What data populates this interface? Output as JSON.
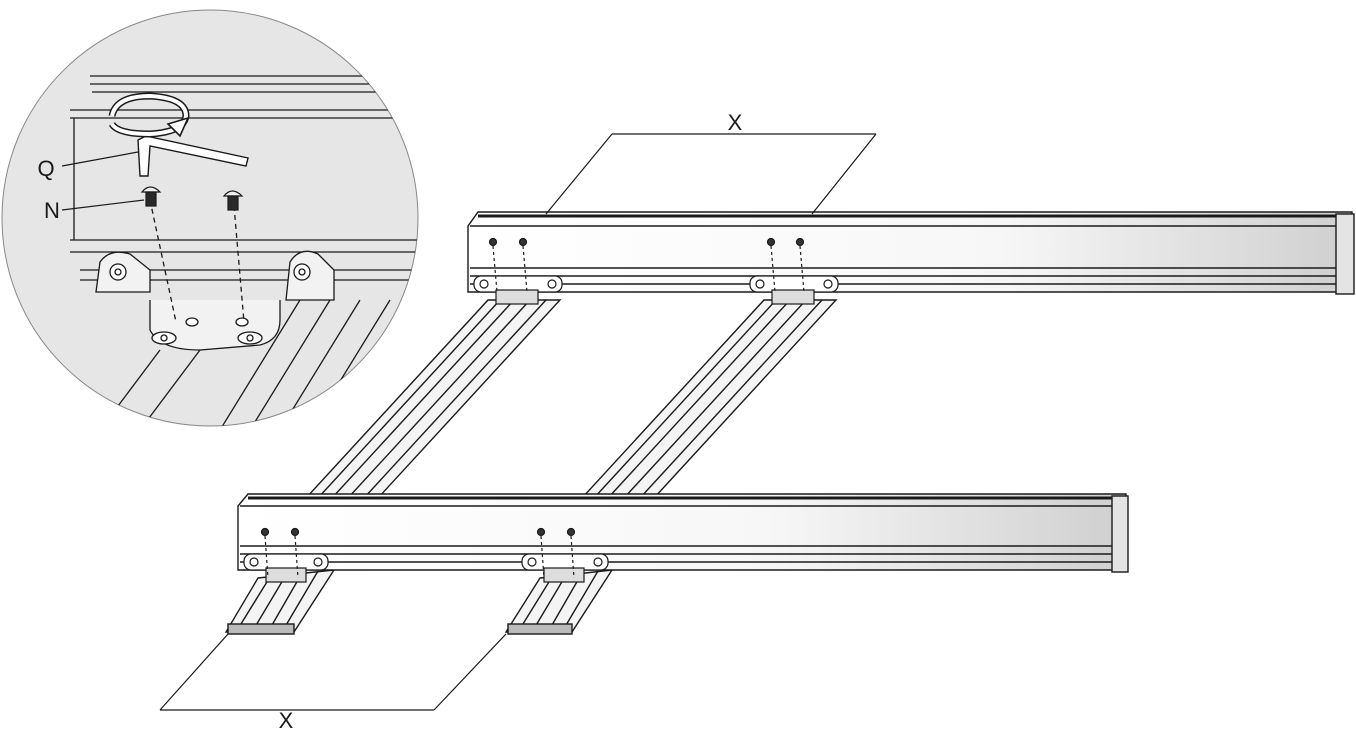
{
  "labels": {
    "dimension_top": "X",
    "dimension_bottom": "X",
    "part_q": "Q",
    "part_n": "N"
  },
  "colors": {
    "line": "#1a1a1a",
    "rail_light": "#f4f4f4",
    "rail_mid": "#d8d8d8",
    "detail_bg": "#e6e6e6"
  }
}
